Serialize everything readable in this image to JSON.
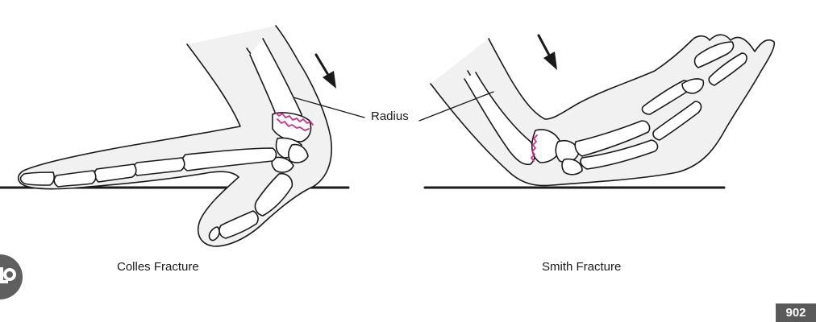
{
  "labels": {
    "radius": "Radius",
    "colles": "Colles Fracture",
    "smith": "Smith Fracture"
  },
  "badge": {
    "value": "902"
  },
  "colors": {
    "outline": "#1a1a1a",
    "skin_fill": "#f1f1f1",
    "bone_fill": "#ffffff",
    "fracture_line": "#d12c8a",
    "badge_bg": "#5a5a5a"
  },
  "icons": {
    "corner_button": "lens-icon"
  }
}
